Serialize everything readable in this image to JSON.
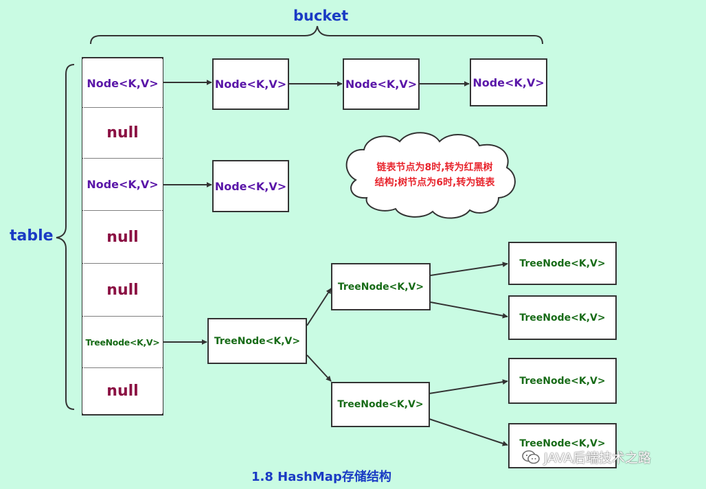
{
  "labels": {
    "bucket": "bucket",
    "table": "table",
    "caption": "1.8 HashMap存储结构",
    "note_line1": "链表节点为8时,转为红黑树",
    "note_line2": "结构;树节点为6时,转为链表",
    "watermark": "JAVA后端技术之路"
  },
  "table_cells": [
    {
      "text": "Node<K,V>",
      "kind": "node"
    },
    {
      "text": "null",
      "kind": "null"
    },
    {
      "text": "Node<K,V>",
      "kind": "node"
    },
    {
      "text": "null",
      "kind": "null"
    },
    {
      "text": "null",
      "kind": "null"
    },
    {
      "text": "TreeNode<K,V>",
      "kind": "tree"
    },
    {
      "text": "null",
      "kind": "null"
    }
  ],
  "chain1": [
    "Node<K,V>",
    "Node<K,V>",
    "Node<K,V>"
  ],
  "chain3": [
    "Node<K,V>"
  ],
  "tree": {
    "root": "TreeNode<K,V>",
    "upper": "TreeNode<K,V>",
    "lower": "TreeNode<K,V>",
    "upper_left_leaf": "TreeNode<K,V>",
    "upper_right_leaf": "TreeNode<K,V>",
    "lower_left_leaf": "TreeNode<K,V>",
    "lower_right_leaf": "TreeNode<K,V>"
  },
  "colors": {
    "background": "#c9fbe3",
    "node_text": "#5a16a8",
    "null_text": "#8b1043",
    "tree_text": "#176b17",
    "label_blue": "#1a3bc4",
    "note_red": "#e8262e"
  },
  "icons": [
    "chat-bubbles-icon"
  ]
}
